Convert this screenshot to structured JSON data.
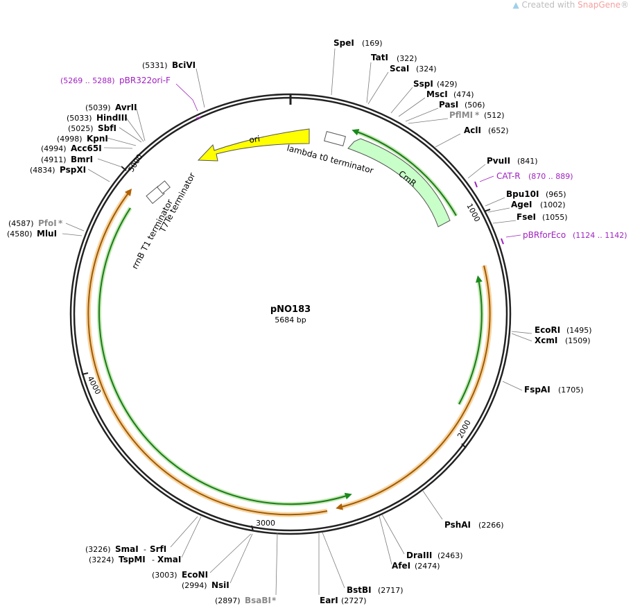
{
  "branding": {
    "prefix": "Created with ",
    "product": "SnapGene",
    "mark": "®"
  },
  "plasmid": {
    "name": "pNO183",
    "size_label": "5684 bp",
    "length": 5684
  },
  "ticks": [
    "1000",
    "2000",
    "3000",
    "4000",
    "5000"
  ],
  "features": [
    {
      "label": "ori",
      "color": "#ffff00"
    },
    {
      "label": "CmR",
      "color": "#c8ffc8"
    },
    {
      "label": "lambda t0 terminator",
      "color": "#ffffff"
    },
    {
      "label": "rrnB T1 terminator",
      "color": "#ffffff"
    },
    {
      "label": "T7Te terminator",
      "color": "#ffffff"
    }
  ],
  "primers": [
    {
      "name": "pBR322ori-F",
      "range": "(5269 .. 5288)"
    },
    {
      "name": "CAT-R",
      "range": "(870 .. 889)"
    },
    {
      "name": "pBRforEco",
      "range": "(1124 .. 1142)"
    }
  ],
  "enzymes": [
    {
      "name": "SpeI",
      "pos": "(169)"
    },
    {
      "name": "TatI",
      "pos": "(322)"
    },
    {
      "name": "ScaI",
      "pos": "(324)"
    },
    {
      "name": "SspI",
      "pos": "(429)"
    },
    {
      "name": "MscI",
      "pos": "(474)"
    },
    {
      "name": "PasI",
      "pos": "(506)"
    },
    {
      "name": "PflMI",
      "star": "*",
      "pos": "(512)",
      "grey": true
    },
    {
      "name": "AclI",
      "pos": "(652)"
    },
    {
      "name": "PvuII",
      "pos": "(841)"
    },
    {
      "name": "Bpu10I",
      "pos": "(965)"
    },
    {
      "name": "AgeI",
      "pos": "(1002)"
    },
    {
      "name": "FseI",
      "pos": "(1055)"
    },
    {
      "name": "EcoRI",
      "pos": "(1495)"
    },
    {
      "name": "XcmI",
      "pos": "(1509)"
    },
    {
      "name": "FspAI",
      "pos": "(1705)"
    },
    {
      "name": "PshAI",
      "pos": "(2266)"
    },
    {
      "name": "DraIII",
      "pos": "(2463)"
    },
    {
      "name": "AfeI",
      "pos": "(2474)"
    },
    {
      "name": "BstBI",
      "pos": "(2717)"
    },
    {
      "name": "EarI",
      "pos": "(2727)"
    },
    {
      "name": "BsaBI",
      "star": "*",
      "pos": "(2897)",
      "grey": true
    },
    {
      "name": "NsiI",
      "pos": "(2994)"
    },
    {
      "name": "EcoNI",
      "pos": "(3003)"
    },
    {
      "name": "TspMI",
      "pos": "(3224)"
    },
    {
      "name": "XmaI",
      "pos": ""
    },
    {
      "name": "SmaI",
      "pos": "(3226)"
    },
    {
      "name": "SrfI",
      "pos": ""
    },
    {
      "name": "MluI",
      "pos": "(4580)"
    },
    {
      "name": "PfoI",
      "star": "*",
      "pos": "(4587)",
      "grey": true
    },
    {
      "name": "PspXI",
      "pos": "(4834)"
    },
    {
      "name": "BmrI",
      "pos": "(4911)"
    },
    {
      "name": "Acc65I",
      "pos": "(4994)"
    },
    {
      "name": "KpnI",
      "pos": "(4998)"
    },
    {
      "name": "SbfI",
      "pos": "(5025)"
    },
    {
      "name": "HindIII",
      "pos": "(5033)"
    },
    {
      "name": "AvrII",
      "pos": "(5039)"
    },
    {
      "name": "BciVI",
      "pos": "(5331)"
    }
  ]
}
